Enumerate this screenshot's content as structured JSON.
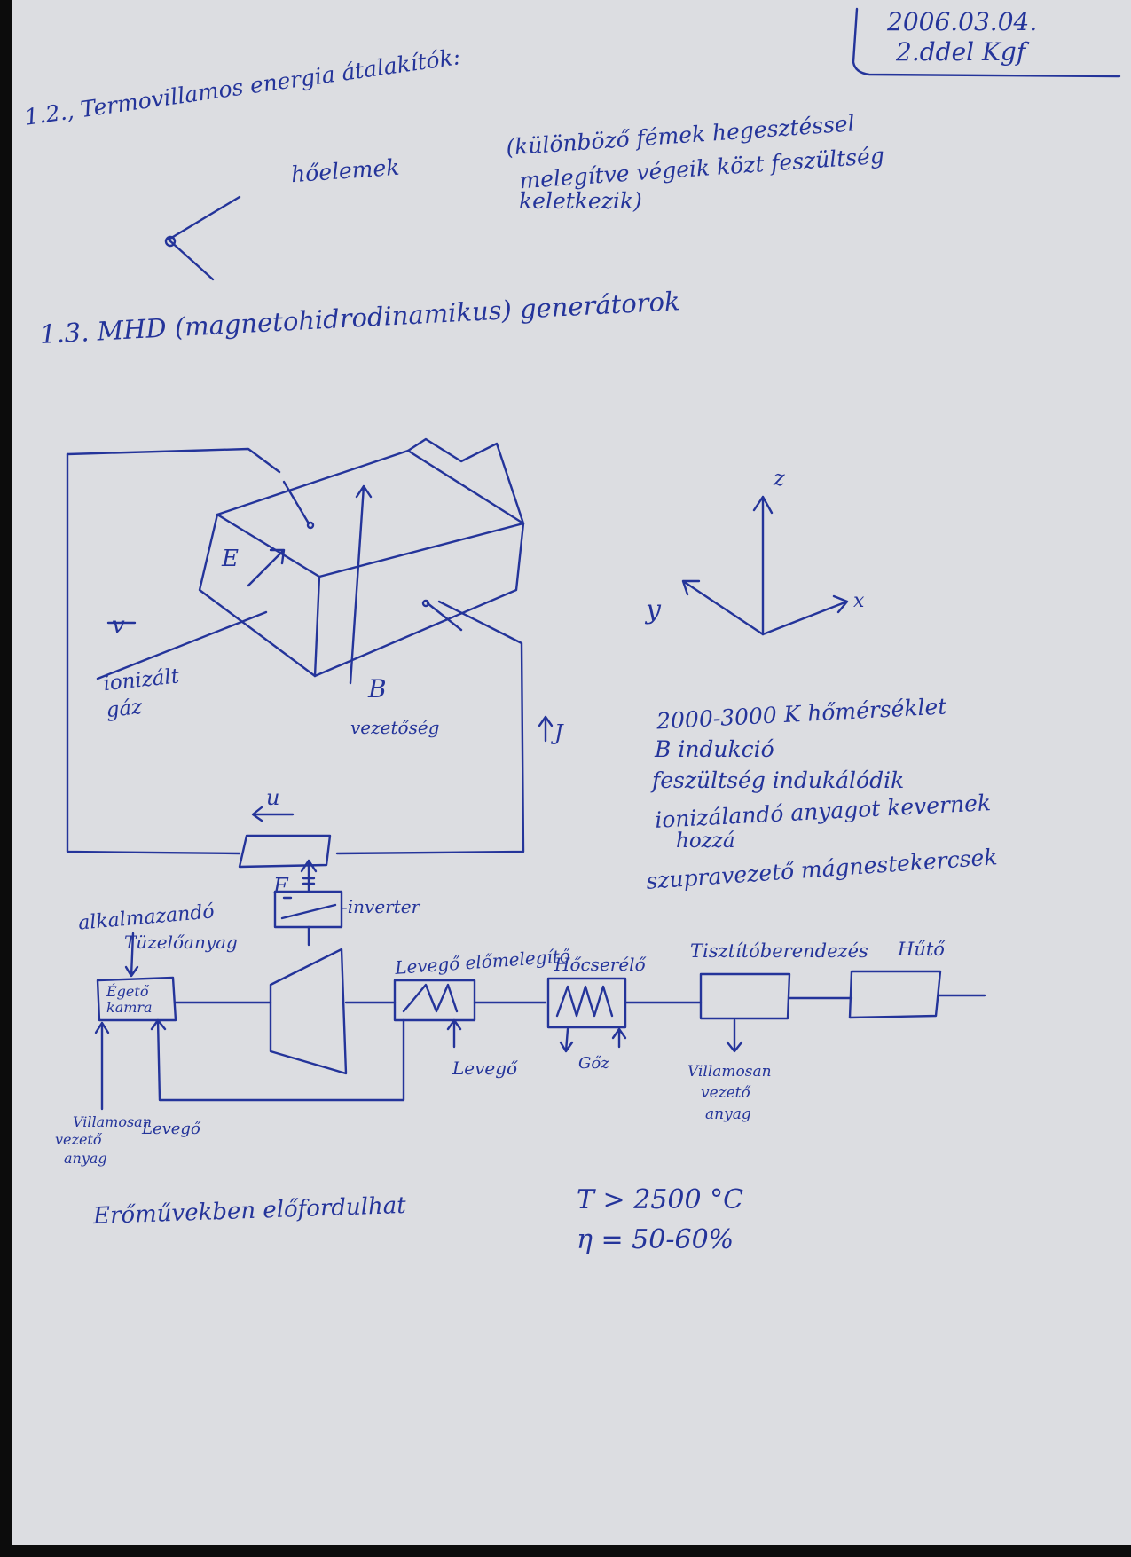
{
  "header": {
    "date": "2006.03.04.",
    "note": "2.ddel Kgf"
  },
  "section_1_2": {
    "title": "1.2., Termovillamos energia átalakítók:",
    "item": "hőelemek",
    "explanation": [
      "(különböző fémek hegesztéssel",
      "melegítve végeik közt feszültség",
      "keletkezik)"
    ]
  },
  "section_1_3": {
    "title": "1.3. MHD (magnetohidrodinamikus) generátorok",
    "diagram_labels": {
      "E": "E",
      "v": "v",
      "gas": "ionizált gáz",
      "B": "B",
      "conductivity": "vezetőség",
      "u": "u",
      "F": "F",
      "J": "J"
    },
    "axes": {
      "z": "z",
      "y": "y",
      "x": "x"
    },
    "notes": [
      "2000-3000 K hőmérséklet",
      "B indukció",
      "feszültség indukálódik",
      "ionizálandó anyagot kevernek",
      "hozzá",
      "szupravezető mágnestekercsek"
    ]
  },
  "plant_diagram": {
    "fuel": [
      "alkalmazandó",
      "Tüzelőanyag"
    ],
    "inverter": "-inverter",
    "chamber": [
      "Égető",
      "kamra"
    ],
    "preheater": "Levegő előmelegítő",
    "exchanger": "Hőcserélő",
    "cleaner": "Tisztítóberendezés",
    "cooler": "Hűtő",
    "air_in": "Levegő",
    "steam": "Gőz",
    "conductive_out": [
      "Villamosan",
      "vezető",
      "anyag"
    ],
    "conductive_in": [
      "Villamosan",
      "vezető",
      "anyag"
    ],
    "air_bottom": "Levegő"
  },
  "footer": {
    "usage": "Erőművekben előfordulhat",
    "temperature": "T > 2500 °C",
    "efficiency": "η = 50-60%"
  }
}
